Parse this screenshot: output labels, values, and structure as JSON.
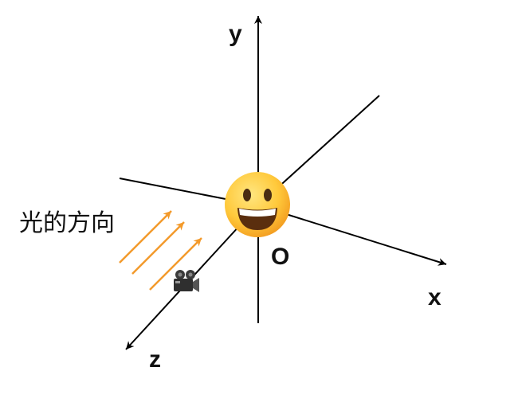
{
  "diagram": {
    "axes": {
      "x_label": "x",
      "y_label": "y",
      "z_label": "z",
      "origin_label": "O"
    },
    "light": {
      "label": "光的方向",
      "arrow_color": "#F39A2B",
      "arrow_count": 3
    },
    "subject": {
      "icon": "grinning-face-emoji",
      "face_color": "#FFD43B"
    },
    "camera": {
      "icon": "movie-camera-emoji"
    },
    "axis_color": "#000000"
  }
}
